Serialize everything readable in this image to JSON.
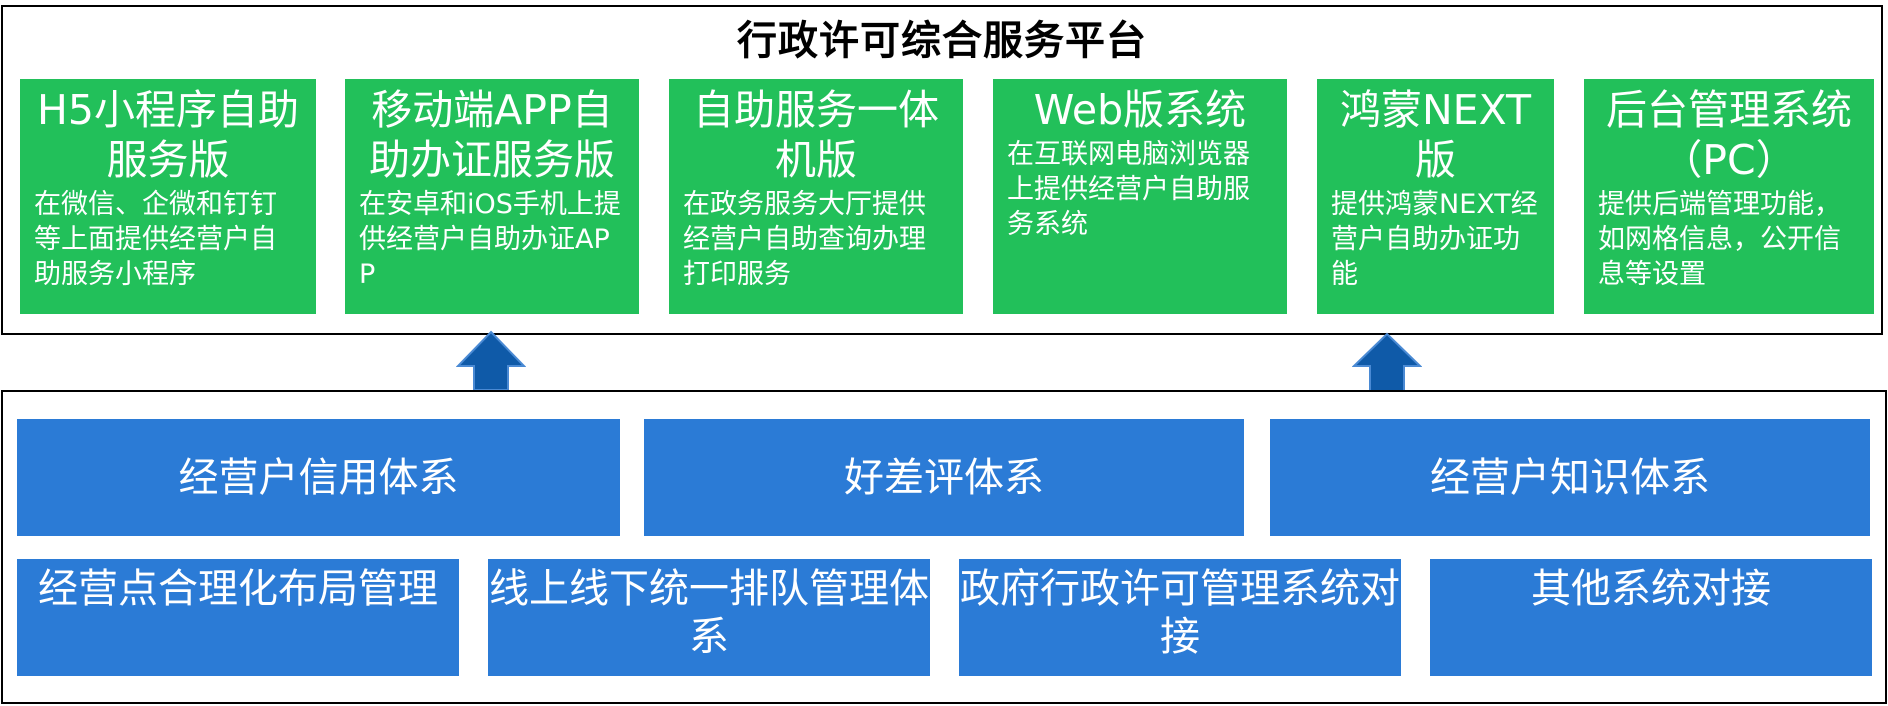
{
  "platform": {
    "title": "行政许可综合服务平台"
  },
  "modules": [
    {
      "title": "H5小程序自助\n服务版",
      "desc": "在微信、企微和钉钉等上面提供经营户自助服务小程序"
    },
    {
      "title": "移动端APP自\n助办证服务版",
      "desc": "在安卓和iOS手机上提供经营户自助办证APP"
    },
    {
      "title": "自助服务一体\n机版",
      "desc": "在政务服务大厅提供经营户自助查询办理打印服务"
    },
    {
      "title": "Web版系统",
      "desc": "在互联网电脑浏览器上提供经营户自助服务系统"
    },
    {
      "title": "鸿蒙NEXT\n版",
      "desc": "提供鸿蒙NEXT经营户自助办证功能"
    },
    {
      "title": "后台管理系统\n（PC）",
      "desc": "提供后端管理功能，如网格信息，公开信息等设置"
    }
  ],
  "systems_row1": [
    "经营户信用体系",
    "好差评体系",
    "经营户知识体系"
  ],
  "systems_row2": [
    "经营点合理化布局管理",
    "线上线下统一排队管理体系",
    "政府行政许可管理系统对接",
    "其他系统对接"
  ],
  "colors": {
    "module_green": "#22c05a",
    "system_blue": "#2b7bd6",
    "arrow_blue": "#0f5aa8",
    "border": "#000000"
  },
  "icons": {
    "arrows": [
      "arrow-up-icon",
      "arrow-up-icon"
    ]
  }
}
